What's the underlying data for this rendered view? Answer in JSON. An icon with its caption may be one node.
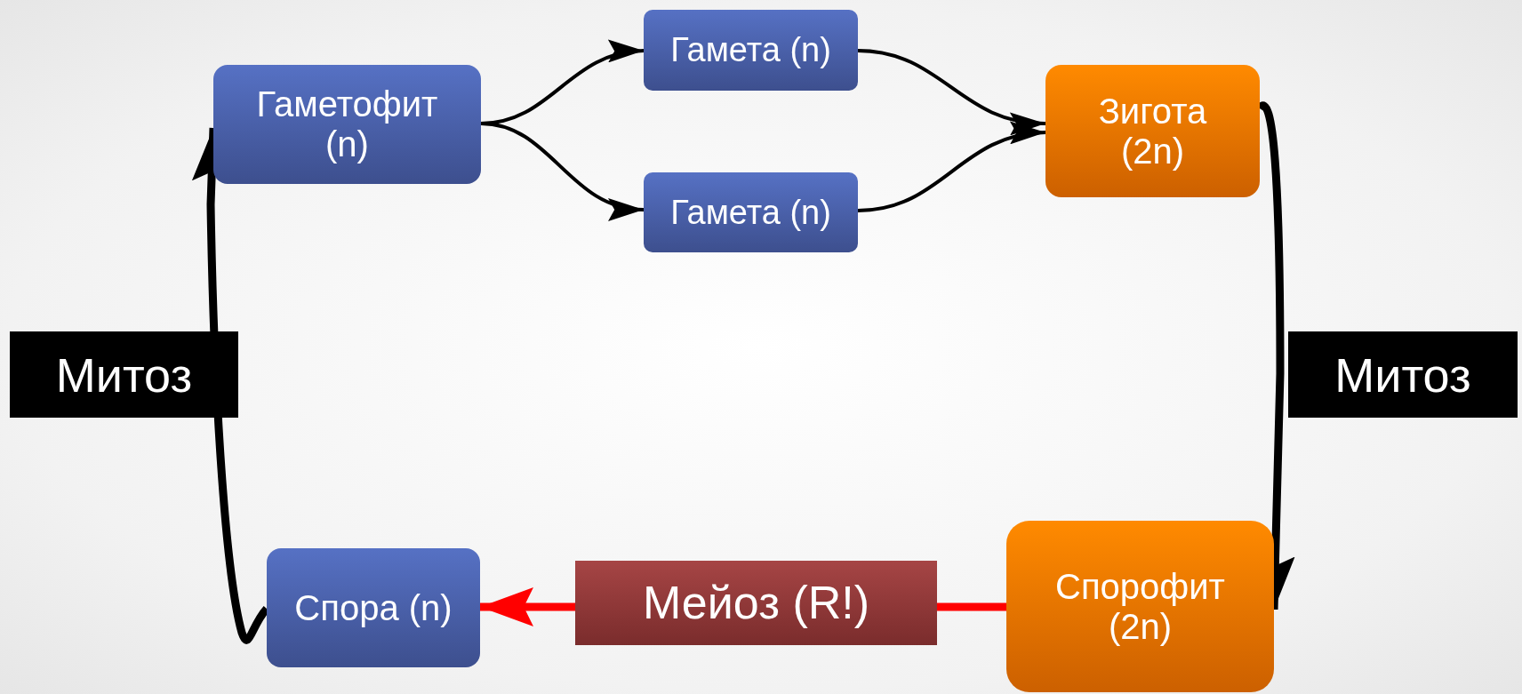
{
  "diagram": {
    "nodes": [
      {
        "text": [
          "Гаметофит (n)"
        ]
      },
      {
        "text": [
          "Гамета (n)"
        ]
      },
      {
        "text": [
          "Гамета (n)"
        ]
      },
      {
        "text": [
          "Зигота (2n)"
        ]
      },
      {
        "text": [
          "Спорофит (2n)"
        ]
      },
      {
        "text": [
          "Мейоз (R!)"
        ]
      },
      {
        "text": [
          "Спора (n)"
        ]
      }
    ],
    "edges": [
      {
        "from": 0,
        "to": 1,
        "arrow": "to"
      },
      {
        "from": 0,
        "to": 2,
        "arrow": "to"
      },
      {
        "from": 1,
        "to": 3,
        "arrow": "to"
      },
      {
        "from": 2,
        "to": 3,
        "arrow": "to"
      },
      {
        "from": 3,
        "to": 4,
        "arrow": "to",
        "label": "Митоз",
        "style": "thick"
      },
      {
        "from": 4,
        "to": 5,
        "arrow": "none",
        "style": "thick",
        "color": "#ff0000"
      },
      {
        "from": 5,
        "to": 6,
        "arrow": "to",
        "style": "thick",
        "color": "#ff0000"
      },
      {
        "from": 6,
        "to": 0,
        "arrow": "to",
        "label": "Митоз",
        "style": "thick"
      }
    ]
  }
}
